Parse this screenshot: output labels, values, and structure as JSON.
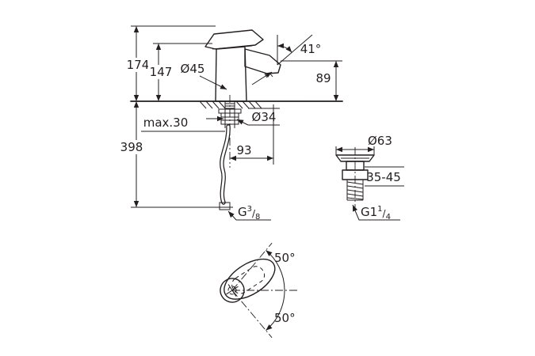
{
  "colors": {
    "background": "#ffffff",
    "line": "#231f20"
  },
  "labels": {
    "dim_174": "174",
    "dim_147": "147",
    "dia_45": "Ø45",
    "angle_41": "41°",
    "dim_89": "89",
    "max_30": "max.30",
    "dia_34": "Ø34",
    "dim_398": "398",
    "dim_93": "93",
    "thread_g38": {
      "base": "G",
      "sup": "3",
      "slash": "/",
      "sub": "8"
    },
    "dia_63": "Ø63",
    "range_35_45": "35-45",
    "thread_g114": {
      "base": "G1",
      "sup": "1",
      "slash": "/",
      "sub": "4"
    },
    "angle_50_top": "50°",
    "angle_50_bottom": "50°"
  }
}
